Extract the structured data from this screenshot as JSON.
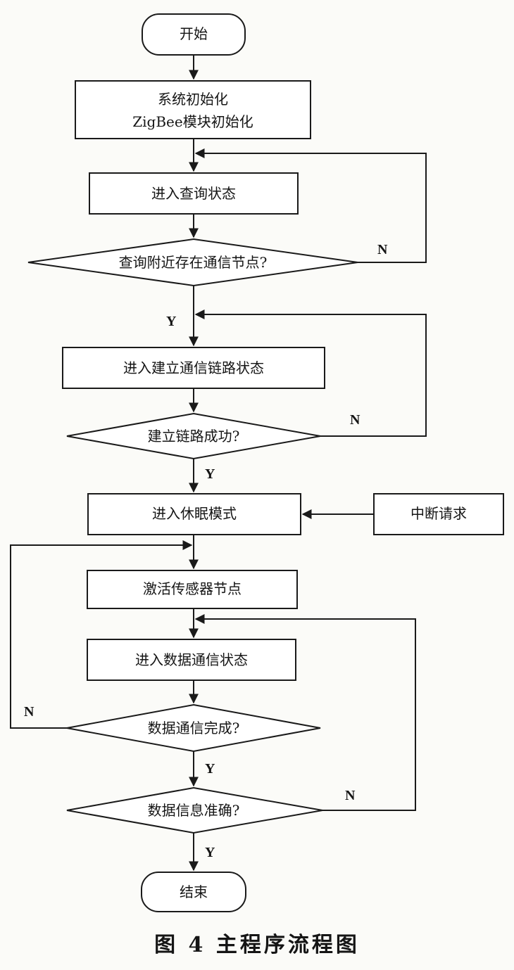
{
  "nodes": {
    "start": "开始",
    "init_line1": "系统初始化",
    "init_line2": "ZigBee模块初始化",
    "enter_query": "进入查询状态",
    "query_decision": "查询附近存在通信节点?",
    "enter_link": "进入建立通信链路状态",
    "link_decision": "建立链路成功?",
    "sleep": "进入休眠模式",
    "interrupt": "中断请求",
    "activate": "激活传感器节点",
    "data_comm": "进入数据通信状态",
    "comm_done_decision": "数据通信完成?",
    "data_accurate_decision": "数据信息准确?",
    "end": "结束"
  },
  "labels": {
    "yes": "Y",
    "no": "N"
  },
  "caption": "图 4   主程序流程图"
}
